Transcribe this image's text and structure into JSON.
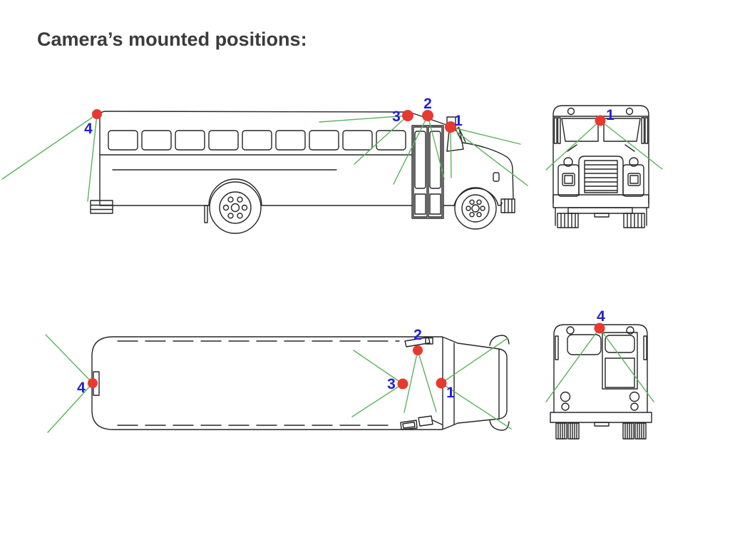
{
  "title": "Camera’s mounted positions:",
  "camera_labels": {
    "cam1": "1",
    "cam2": "2",
    "cam3": "3",
    "cam4": "4"
  },
  "colors": {
    "background": "#ffffff",
    "bus_outline": "#262626",
    "fov_line": "#5ab45a",
    "camera_dot": "#e8392f",
    "camera_label": "#2020d0",
    "title_text": "#3b3b3b"
  }
}
